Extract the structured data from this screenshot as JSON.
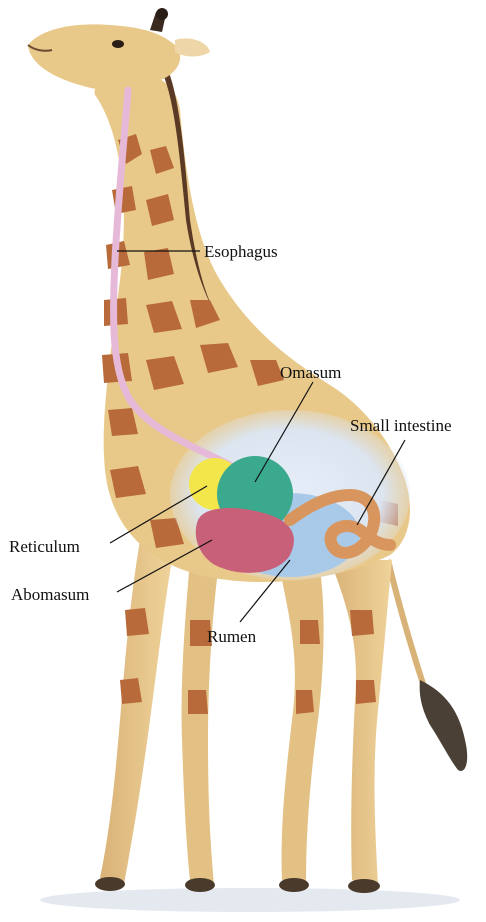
{
  "labels": {
    "esophagus": "Esophagus",
    "omasum": "Omasum",
    "small_intestine": "Small intestine",
    "reticulum": "Reticulum",
    "abomasum": "Abomasum",
    "rumen": "Rumen"
  },
  "colors": {
    "background": "#ffffff",
    "giraffe_base": "#e9c98a",
    "giraffe_patch": "#b86a3a",
    "mane": "#5a3a24",
    "esophagus": "#e7b9d8",
    "rumen": "#a9c9e8",
    "reticulum": "#f2e64a",
    "omasum": "#3aa98e",
    "abomasum": "#c9607a",
    "small_intestine": "#d9955e",
    "body_glow": "#dfe9f6",
    "tail_tuft": "#4a4036"
  }
}
